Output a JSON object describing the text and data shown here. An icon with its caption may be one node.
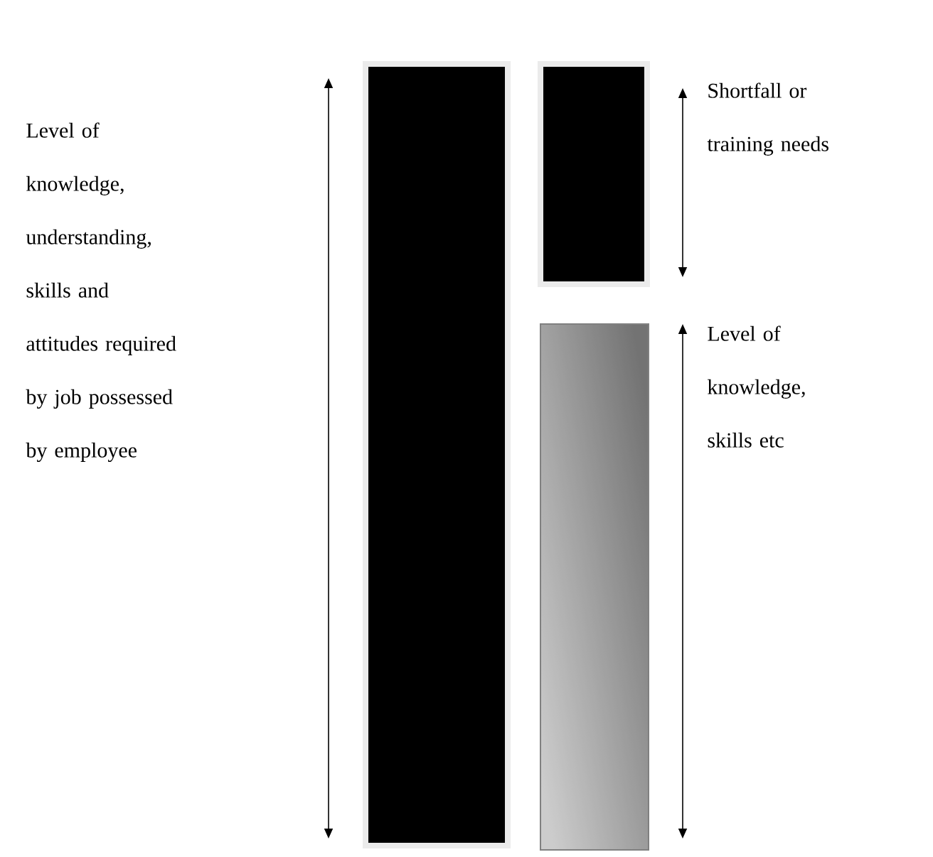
{
  "diagram": {
    "nodes": [
      {
        "text": [],
        "shape": "bar"
      },
      {
        "text": [],
        "shape": "bar"
      },
      {
        "text": [],
        "shape": "bar"
      }
    ],
    "labels": [
      "Level of knowledge, understanding, skills and attitudes required by job possessed by employee",
      "Shortfall or training needs",
      "Level of knowledge, skills etc"
    ]
  }
}
